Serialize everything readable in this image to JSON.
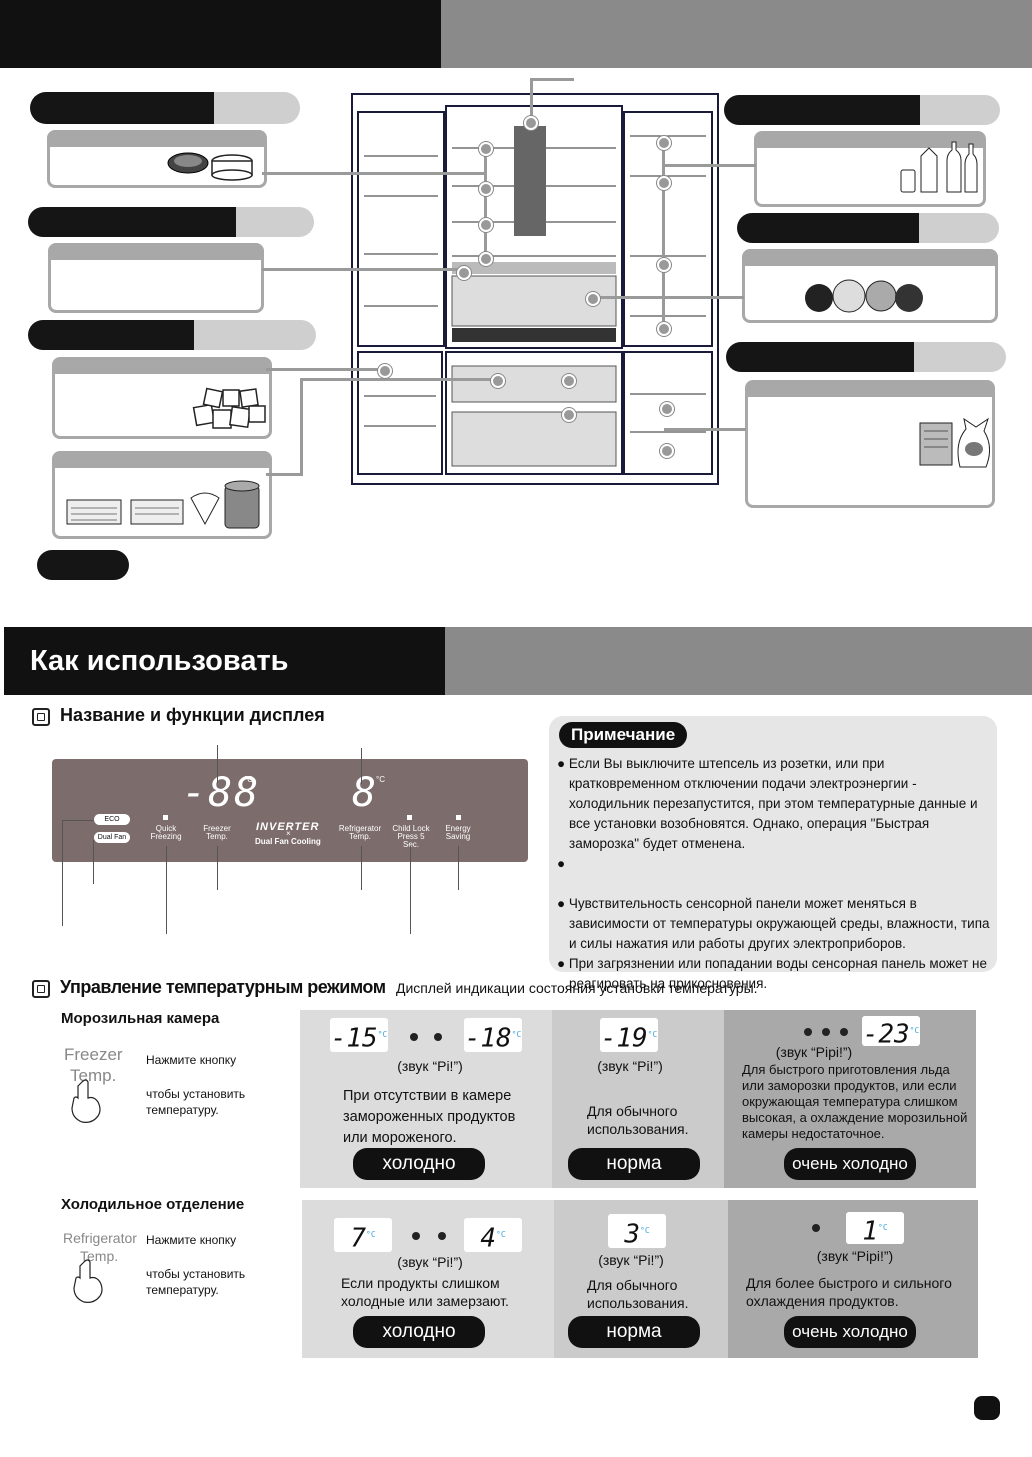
{
  "top_section": {
    "header_title": "",
    "notice_label": ""
  },
  "usage_section": {
    "title": "Как использовать",
    "display_heading": "Название и функции дисплея",
    "display_panel": {
      "freezer_digits": "-88",
      "fridge_digit": "8",
      "unit": "°C",
      "eco_label": "ECO",
      "dualfan_label": "Dual Fan",
      "quick_freezing": "Quick\nFreezing",
      "freezer_temp": "Freezer\nTemp.",
      "inverter": "INVERTER",
      "inverter_x": "×",
      "dual_fan_cooling": "Dual Fan Cooling",
      "refrigerator_temp": "Refrigerator\nTemp.",
      "child_lock": "Child Lock\nPress 5 Sec.",
      "energy_saving": "Energy\nSaving"
    },
    "note": {
      "title": "Примечание",
      "items": [
        "Если Вы выключите штепсель из розетки, или при кратковременном отключении подачи электроэнергии - холодильник перезапустится, при этом температурные данные и все установки возобновятся. Однако, операция \"Быстрая заморозка\" будет отменена.",
        "",
        "Чувствительность сенсорной панели может меняться в зависимости от температуры окружающей среды, влажности, типа и силы нажатия или работы других электроприборов.",
        "При загрязнении или попадании воды сенсорная панель может не реагировать на прикосновения."
      ]
    },
    "temp_heading": "Управление температурным режимом",
    "temp_subheading": "Дисплей индикации состояния установки температуры."
  },
  "freezer": {
    "title": "Морозильная камера",
    "button_label_1": "Freezer",
    "button_label_2": "Temp.",
    "press_text": "Нажмите кнопку",
    "set_text": "чтобы установить температуру.",
    "cold": {
      "lcd1": "-15",
      "lcd2": "-18",
      "sound": "(звук “Pi!”)",
      "desc": "При отсутствии в камере замороженных продуктов или мороженого.",
      "mode": "холодно"
    },
    "normal": {
      "lcd": "-19",
      "sound": "(звук “Pi!”)",
      "desc": "Для обычного использования.",
      "mode": "норма"
    },
    "very_cold": {
      "lcd": "-23",
      "sound": "(звук “Pipi!”)",
      "desc": "Для быстрого приготовления льда или заморозки продуктов, или если окружающая температура слишком высокая, а охлаждение морозильной камеры недостаточное.",
      "mode": "очень холодно"
    }
  },
  "fridge": {
    "title": "Холодильное отделение",
    "button_label_1": "Refrigerator",
    "button_label_2": "Temp.",
    "press_text": "Нажмите кнопку",
    "set_text": "чтобы установить температуру.",
    "cold": {
      "lcd1": "7",
      "lcd2": "4",
      "sound": "(звук “Pi!”)",
      "desc": "Если продукты слишком холодные или замерзают.",
      "mode": "холодно"
    },
    "normal": {
      "lcd": "3",
      "sound": "(звук “Pi!”)",
      "desc": "Для обычного использования.",
      "mode": "норма"
    },
    "very_cold": {
      "lcd": "1",
      "sound": "(звук “Pipi!”)",
      "desc": "Для более быстрого и сильного охлаждения продуктов.",
      "mode": "очень холодно"
    }
  },
  "unit_symbol": "°C",
  "colors": {
    "dark": "#111111",
    "grey": "#8a8a8a",
    "panel": "#7d6c6c",
    "lcd_unit": "#3aa6d8"
  }
}
